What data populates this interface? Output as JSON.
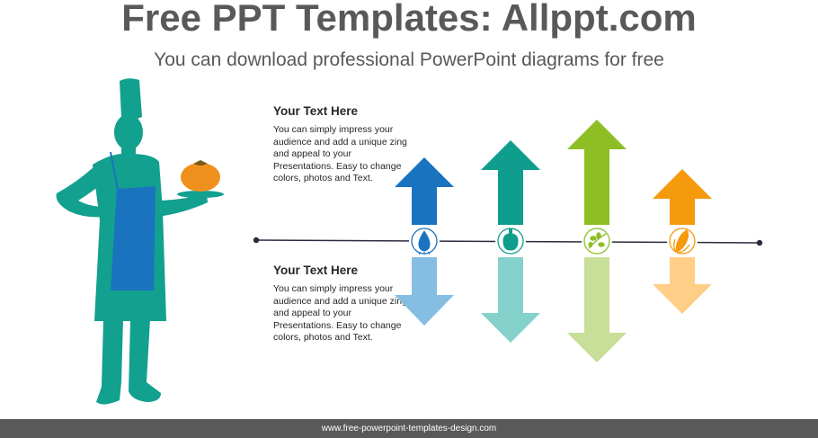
{
  "header": {
    "title": "Free PPT Templates: Allppt.com",
    "subtitle": "You can download professional PowerPoint diagrams for free"
  },
  "text_blocks": [
    {
      "heading": "Your Text  Here",
      "body": "You can simply impress your audience and add a unique zing and appeal to your Presentations. Easy to change colors, photos and Text."
    },
    {
      "heading": "Your Text  Here",
      "body": "You can simply impress your audience and add a unique zing and appeal to your Presentations. Easy to change colors, photos and Text."
    }
  ],
  "arrows": [
    {
      "icon": "onion-icon",
      "up_color": "#1a73bf",
      "down_color": "#85bde3"
    },
    {
      "icon": "pepper-icon",
      "up_color": "#0f9e8e",
      "down_color": "#85d1cb"
    },
    {
      "icon": "olive-branch-icon",
      "up_color": "#8dbf24",
      "down_color": "#c7df98"
    },
    {
      "icon": "corn-icon",
      "up_color": "#f59a0c",
      "down_color": "#ffcf87"
    }
  ],
  "figure": {
    "body_color": "#12a08f",
    "apron_color": "#1a73bf",
    "tomato_color": "#f0901c"
  },
  "footer": {
    "url": "www.free-powerpoint-templates-design.com"
  }
}
